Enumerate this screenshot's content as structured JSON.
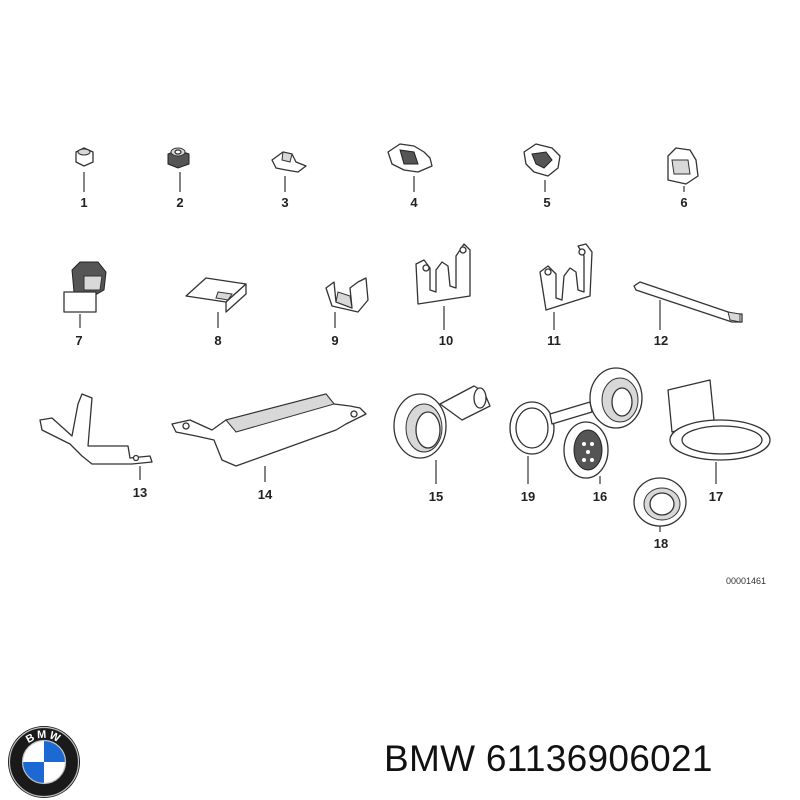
{
  "diagram": {
    "reference_code": "00001461",
    "parts": [
      {
        "num": "1"
      },
      {
        "num": "2"
      },
      {
        "num": "3"
      },
      {
        "num": "4"
      },
      {
        "num": "5"
      },
      {
        "num": "6"
      },
      {
        "num": "7"
      },
      {
        "num": "8"
      },
      {
        "num": "9"
      },
      {
        "num": "10"
      },
      {
        "num": "11"
      },
      {
        "num": "12"
      },
      {
        "num": "13"
      },
      {
        "num": "14"
      },
      {
        "num": "15"
      },
      {
        "num": "19"
      },
      {
        "num": "16"
      },
      {
        "num": "17"
      },
      {
        "num": "18"
      }
    ]
  },
  "footer": {
    "brand": "BMW",
    "part_number": "61136906021",
    "caption": "BMW 61136906021",
    "logo_letters": "BMW"
  },
  "colors": {
    "logo_blue": "#1c69d4",
    "logo_ring": "#1a1a1a",
    "line": "#333333"
  }
}
